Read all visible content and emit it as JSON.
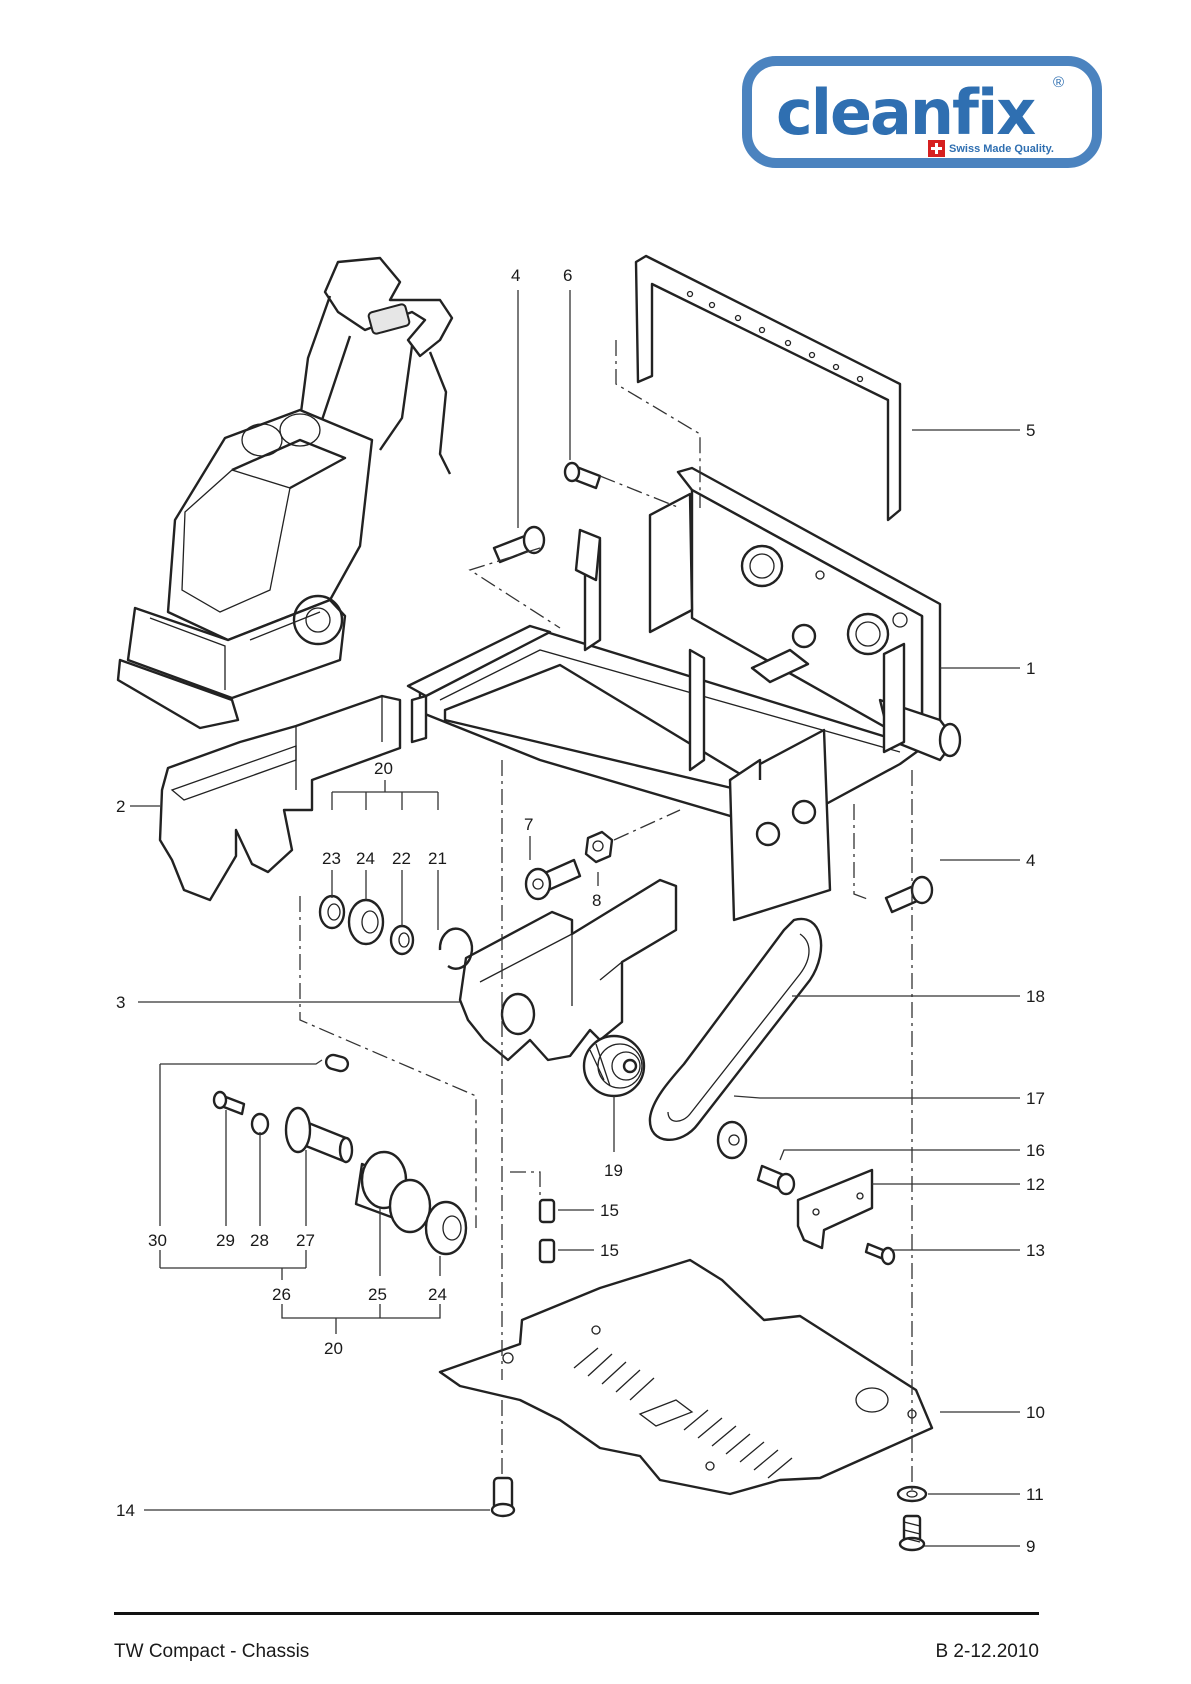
{
  "logo": {
    "wordmark": "cleanfix",
    "registered_mark": "®",
    "tagline": "Swiss Made Quality."
  },
  "diagram": {
    "labels": [
      {
        "id": "l4a",
        "text": "4"
      },
      {
        "id": "l6",
        "text": "6"
      },
      {
        "id": "l5",
        "text": "5"
      },
      {
        "id": "l1",
        "text": "1"
      },
      {
        "id": "l2",
        "text": "2"
      },
      {
        "id": "l20a",
        "text": "20"
      },
      {
        "id": "l23",
        "text": "23"
      },
      {
        "id": "l24a",
        "text": "24"
      },
      {
        "id": "l22",
        "text": "22"
      },
      {
        "id": "l21",
        "text": "21"
      },
      {
        "id": "l7",
        "text": "7"
      },
      {
        "id": "l8",
        "text": "8"
      },
      {
        "id": "l4b",
        "text": "4"
      },
      {
        "id": "l3",
        "text": "3"
      },
      {
        "id": "l18",
        "text": "18"
      },
      {
        "id": "l17",
        "text": "17"
      },
      {
        "id": "l16",
        "text": "16"
      },
      {
        "id": "l12",
        "text": "12"
      },
      {
        "id": "l19",
        "text": "19"
      },
      {
        "id": "l15a",
        "text": "15"
      },
      {
        "id": "l15b",
        "text": "15"
      },
      {
        "id": "l13",
        "text": "13"
      },
      {
        "id": "l30",
        "text": "30"
      },
      {
        "id": "l29",
        "text": "29"
      },
      {
        "id": "l28",
        "text": "28"
      },
      {
        "id": "l27",
        "text": "27"
      },
      {
        "id": "l26",
        "text": "26"
      },
      {
        "id": "l25",
        "text": "25"
      },
      {
        "id": "l24b",
        "text": "24"
      },
      {
        "id": "l20b",
        "text": "20"
      },
      {
        "id": "l10",
        "text": "10"
      },
      {
        "id": "l14",
        "text": "14"
      },
      {
        "id": "l11",
        "text": "11"
      },
      {
        "id": "l9",
        "text": "9"
      }
    ]
  },
  "footer": {
    "title": "TW Compact - Chassis",
    "code": "B 2-12.2010"
  }
}
